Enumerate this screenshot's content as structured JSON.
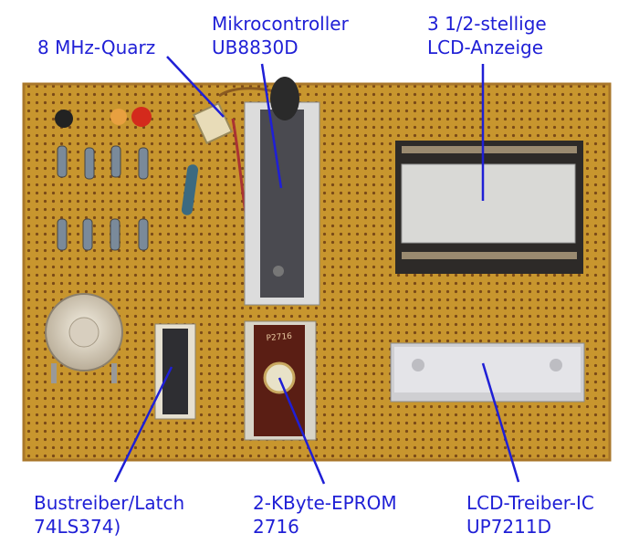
{
  "colors": {
    "label_text": "#1f1fd6",
    "leader_line": "#1f1fd6",
    "board": "#c8962e",
    "board_holes": "#7a4a18",
    "background": "#ffffff"
  },
  "labels": {
    "quartz": {
      "line1": "8 MHz-Quarz"
    },
    "mcu": {
      "line1": "Mikrocontroller",
      "line2": "UB8830D"
    },
    "lcd": {
      "line1": "3 1/2-stellige",
      "line2": "LCD-Anzeige"
    },
    "latch": {
      "line1": "Bustreiber/Latch",
      "line2": "74LS374)"
    },
    "eprom": {
      "line1": "2-KByte-EPROM",
      "line2": "2716"
    },
    "lcd_driver": {
      "line1": "LCD-Treiber-IC",
      "line2": "UP7211D"
    }
  },
  "eprom_marking": "P2716",
  "icons": [
    "leds",
    "resistors",
    "crystal",
    "potentiometer",
    "dip-ic",
    "lcd-module"
  ]
}
